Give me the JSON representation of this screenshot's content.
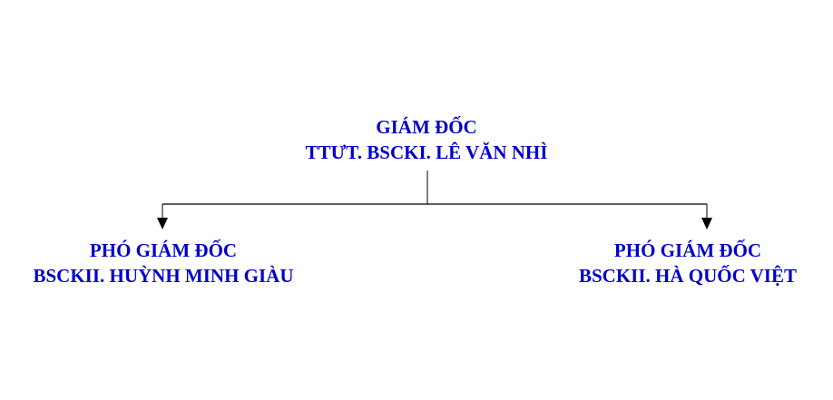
{
  "director": {
    "title": "GIÁM ĐỐC",
    "name": "TTƯT. BSCKI. LÊ VĂN NHÌ"
  },
  "deputies": [
    {
      "title": "PHÓ GIÁM ĐỐC",
      "name": "BSCKII. HUỲNH MINH GIÀU"
    },
    {
      "title": "PHÓ GIÁM ĐỐC",
      "name": "BSCKII. HÀ QUỐC VIỆT"
    }
  ],
  "colors": {
    "text": "#0000cc",
    "lines": "#000000"
  }
}
